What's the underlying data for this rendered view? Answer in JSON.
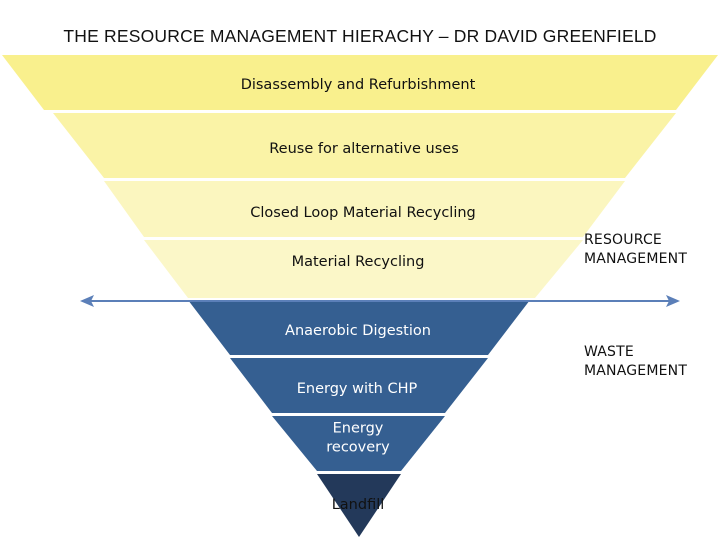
{
  "title": "THE RESOURCE MANAGEMENT HIERACHY – DR DAVID GREENFIELD",
  "levels": [
    {
      "label": "Disassembly and Refurbishment"
    },
    {
      "label": "Reuse for alternative uses"
    },
    {
      "label": "Closed Loop Material Recycling"
    },
    {
      "label": "Material Recycling"
    },
    {
      "label": "Anaerobic Digestion"
    },
    {
      "label": "Energy with CHP"
    },
    {
      "label": "Energy\nrecovery"
    },
    {
      "label": "Landfill"
    }
  ],
  "side_labels": {
    "resource": [
      "RESOURCE",
      "MANAGEMENT"
    ],
    "waste": [
      "WASTE",
      "MANAGEMENT"
    ]
  },
  "colors": {
    "band1": "#f9f08d",
    "band2": "#faf3a6",
    "band3": "#fbf6bf",
    "band4": "#fbf7c8",
    "waste_band": "#355f91",
    "landfill": "#23395a",
    "arrow": "#5b7fb8",
    "waste_text": "#ffffff",
    "resource_text": "#111111"
  }
}
